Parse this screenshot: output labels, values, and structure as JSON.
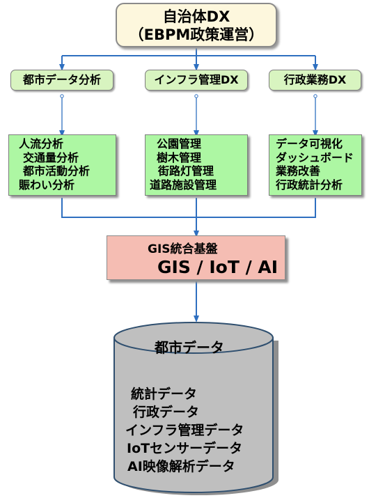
{
  "top": {
    "line1": "自治体DX",
    "line2": "（EBPM政策運営）"
  },
  "categories": [
    {
      "label": "都市データ分析",
      "items": [
        "人流分析",
        "交通量分析",
        "都市活動分析",
        "賑わい分析"
      ]
    },
    {
      "label": "インフラ管理DX",
      "items": [
        "公園管理",
        "樹木管理",
        "街路灯管理",
        "道路施設管理"
      ]
    },
    {
      "label": "行政業務DX",
      "items": [
        "データ可視化",
        "ダッシュボード",
        "業務改善",
        "行政統計分析"
      ]
    }
  ],
  "platform": {
    "title": "GIS統合基盤",
    "subtitle": "GIS / IoT / AI"
  },
  "database": {
    "title": "都市データ",
    "items": [
      "統計データ",
      "行政データ",
      "インフラ管理データ",
      "IoTセンサーデータ",
      "AI映像解析データ"
    ]
  },
  "colors": {
    "top_fill": "#fdf7dd",
    "category_fill": "#d8f4c0",
    "item_fill": "#adf7a3",
    "platform_fill": "#f5bdb3",
    "database_fill": "#bfbfbf",
    "connector": "#2e6fc0"
  }
}
